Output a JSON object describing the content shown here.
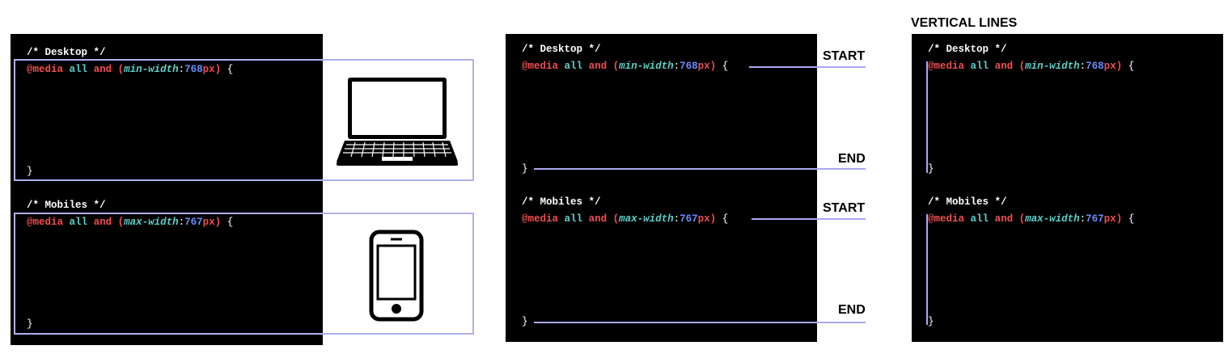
{
  "heading": "VERTICAL LINES",
  "labels": {
    "start": "START",
    "end": "END"
  },
  "code": {
    "desktop_comment": "/* Desktop */",
    "mobiles_comment": "/* Mobiles */",
    "at_media": "@media",
    "all": "all",
    "and": "and",
    "open_paren": "(",
    "min_width": "min-width",
    "max_width": "max-width",
    "colon": ":",
    "v768": "768",
    "v767": "767",
    "px": "px",
    "close_paren": ")",
    "open_brace": "{",
    "close_brace": "}"
  },
  "colors": {
    "panel_bg": "#000000",
    "at_rule": "#f04e4e",
    "keyword": "#5ed0c8",
    "number": "#6b8cff",
    "guide": "#a8a8ee"
  },
  "icons": [
    "laptop-icon",
    "smartphone-icon"
  ]
}
